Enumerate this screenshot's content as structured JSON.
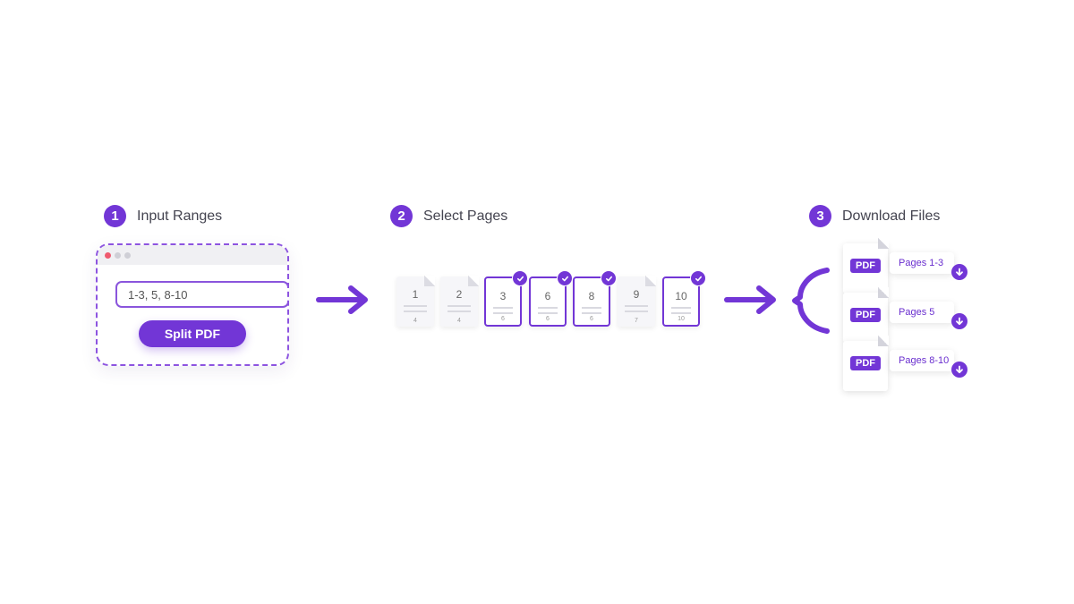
{
  "steps": [
    {
      "number": "1",
      "title": "Input Ranges"
    },
    {
      "number": "2",
      "title": "Select Pages"
    },
    {
      "number": "3",
      "title": "Download Files"
    }
  ],
  "input_ranges": {
    "value": "1-3, 5, 8-10",
    "button_label": "Split PDF"
  },
  "pages": [
    {
      "number": "1",
      "sub": "4",
      "selected": false
    },
    {
      "number": "2",
      "sub": "4",
      "selected": false
    },
    {
      "number": "3",
      "sub": "6",
      "selected": true
    },
    {
      "number": "6",
      "sub": "6",
      "selected": true
    },
    {
      "number": "8",
      "sub": "6",
      "selected": true
    },
    {
      "number": "9",
      "sub": "7",
      "selected": false
    },
    {
      "number": "10",
      "sub": "10",
      "selected": true
    }
  ],
  "files": [
    {
      "badge": "PDF",
      "label": "Pages 1-3"
    },
    {
      "badge": "PDF",
      "label": "Pages 5"
    },
    {
      "badge": "PDF",
      "label": "Pages 8-10"
    }
  ],
  "colors": {
    "accent": "#7236d6",
    "accent_light": "#8d54e0"
  },
  "icons": {
    "arrow": "arrow-right-icon",
    "check": "check-icon",
    "download": "download-icon",
    "brace": "brace-icon"
  }
}
